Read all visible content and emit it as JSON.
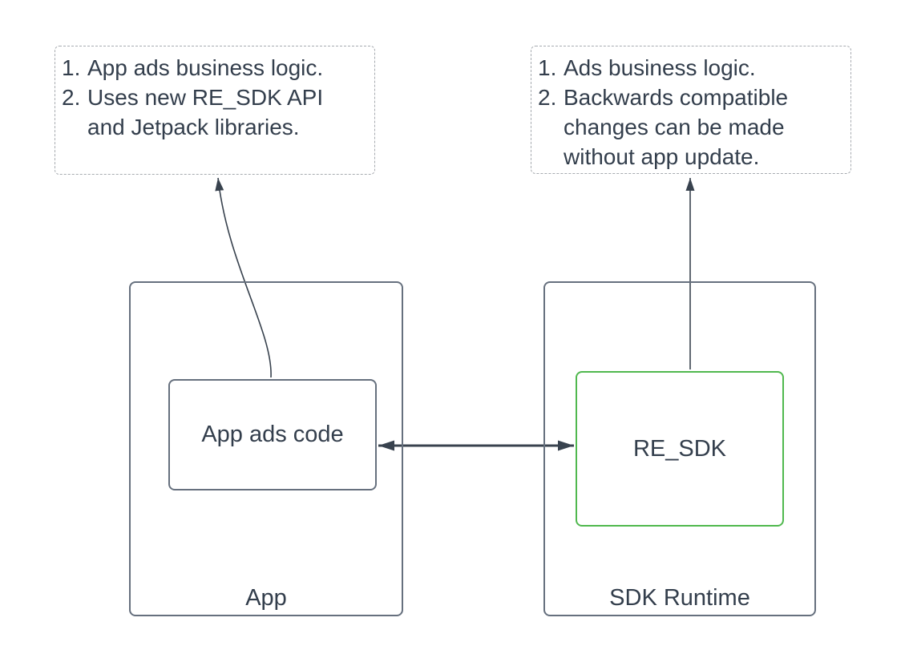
{
  "colors": {
    "text": "#333e4c",
    "box_border": "#66707e",
    "green_border": "#50b84e",
    "dashed_border": "#a7abb0",
    "arrow": "#38424e",
    "bg": "#ffffff"
  },
  "notes_left": {
    "items": [
      {
        "num": "1.",
        "text": "App ads business logic."
      },
      {
        "num": "2.",
        "text": "Uses new RE_SDK API\nand Jetpack libraries."
      }
    ]
  },
  "notes_right": {
    "items": [
      {
        "num": "1.",
        "text": "Ads business logic."
      },
      {
        "num": "2.",
        "text": "Backwards compatible\nchanges can be made\nwithout app update."
      }
    ]
  },
  "app_container": {
    "label": "App",
    "inner_box": {
      "label": "App ads code"
    }
  },
  "sdk_container": {
    "label": "SDK Runtime",
    "inner_box": {
      "label": "RE_SDK"
    }
  }
}
